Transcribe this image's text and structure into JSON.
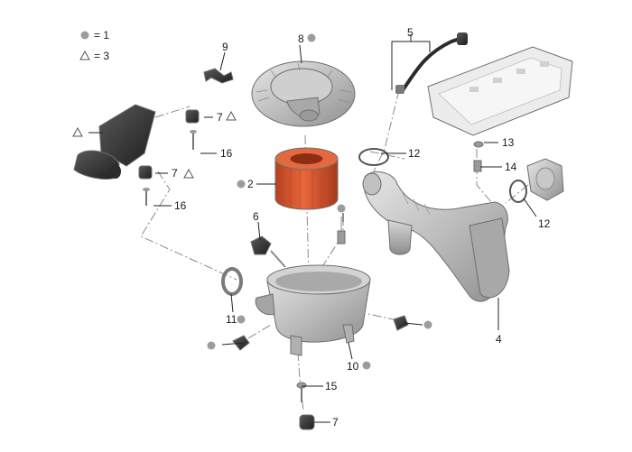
{
  "legend": {
    "dot_text": "= 1",
    "triangle_text": "= 3"
  },
  "callouts": {
    "c2": "2",
    "c4": "4",
    "c5": "5",
    "c6": "6",
    "c7a": "7",
    "c7b": "7",
    "c7c": "7",
    "c8": "8",
    "c9": "9",
    "c10": "10",
    "c11": "11",
    "c12a": "12",
    "c12b": "12",
    "c13": "13",
    "c14": "14",
    "c15": "15",
    "c16a": "16",
    "c16b": "16"
  },
  "colors": {
    "filter_element": "#d9532c",
    "marker_dot": "#9c9c9c",
    "part_gray": "#bdbdbd",
    "dark_part": "#3a3a3a"
  }
}
